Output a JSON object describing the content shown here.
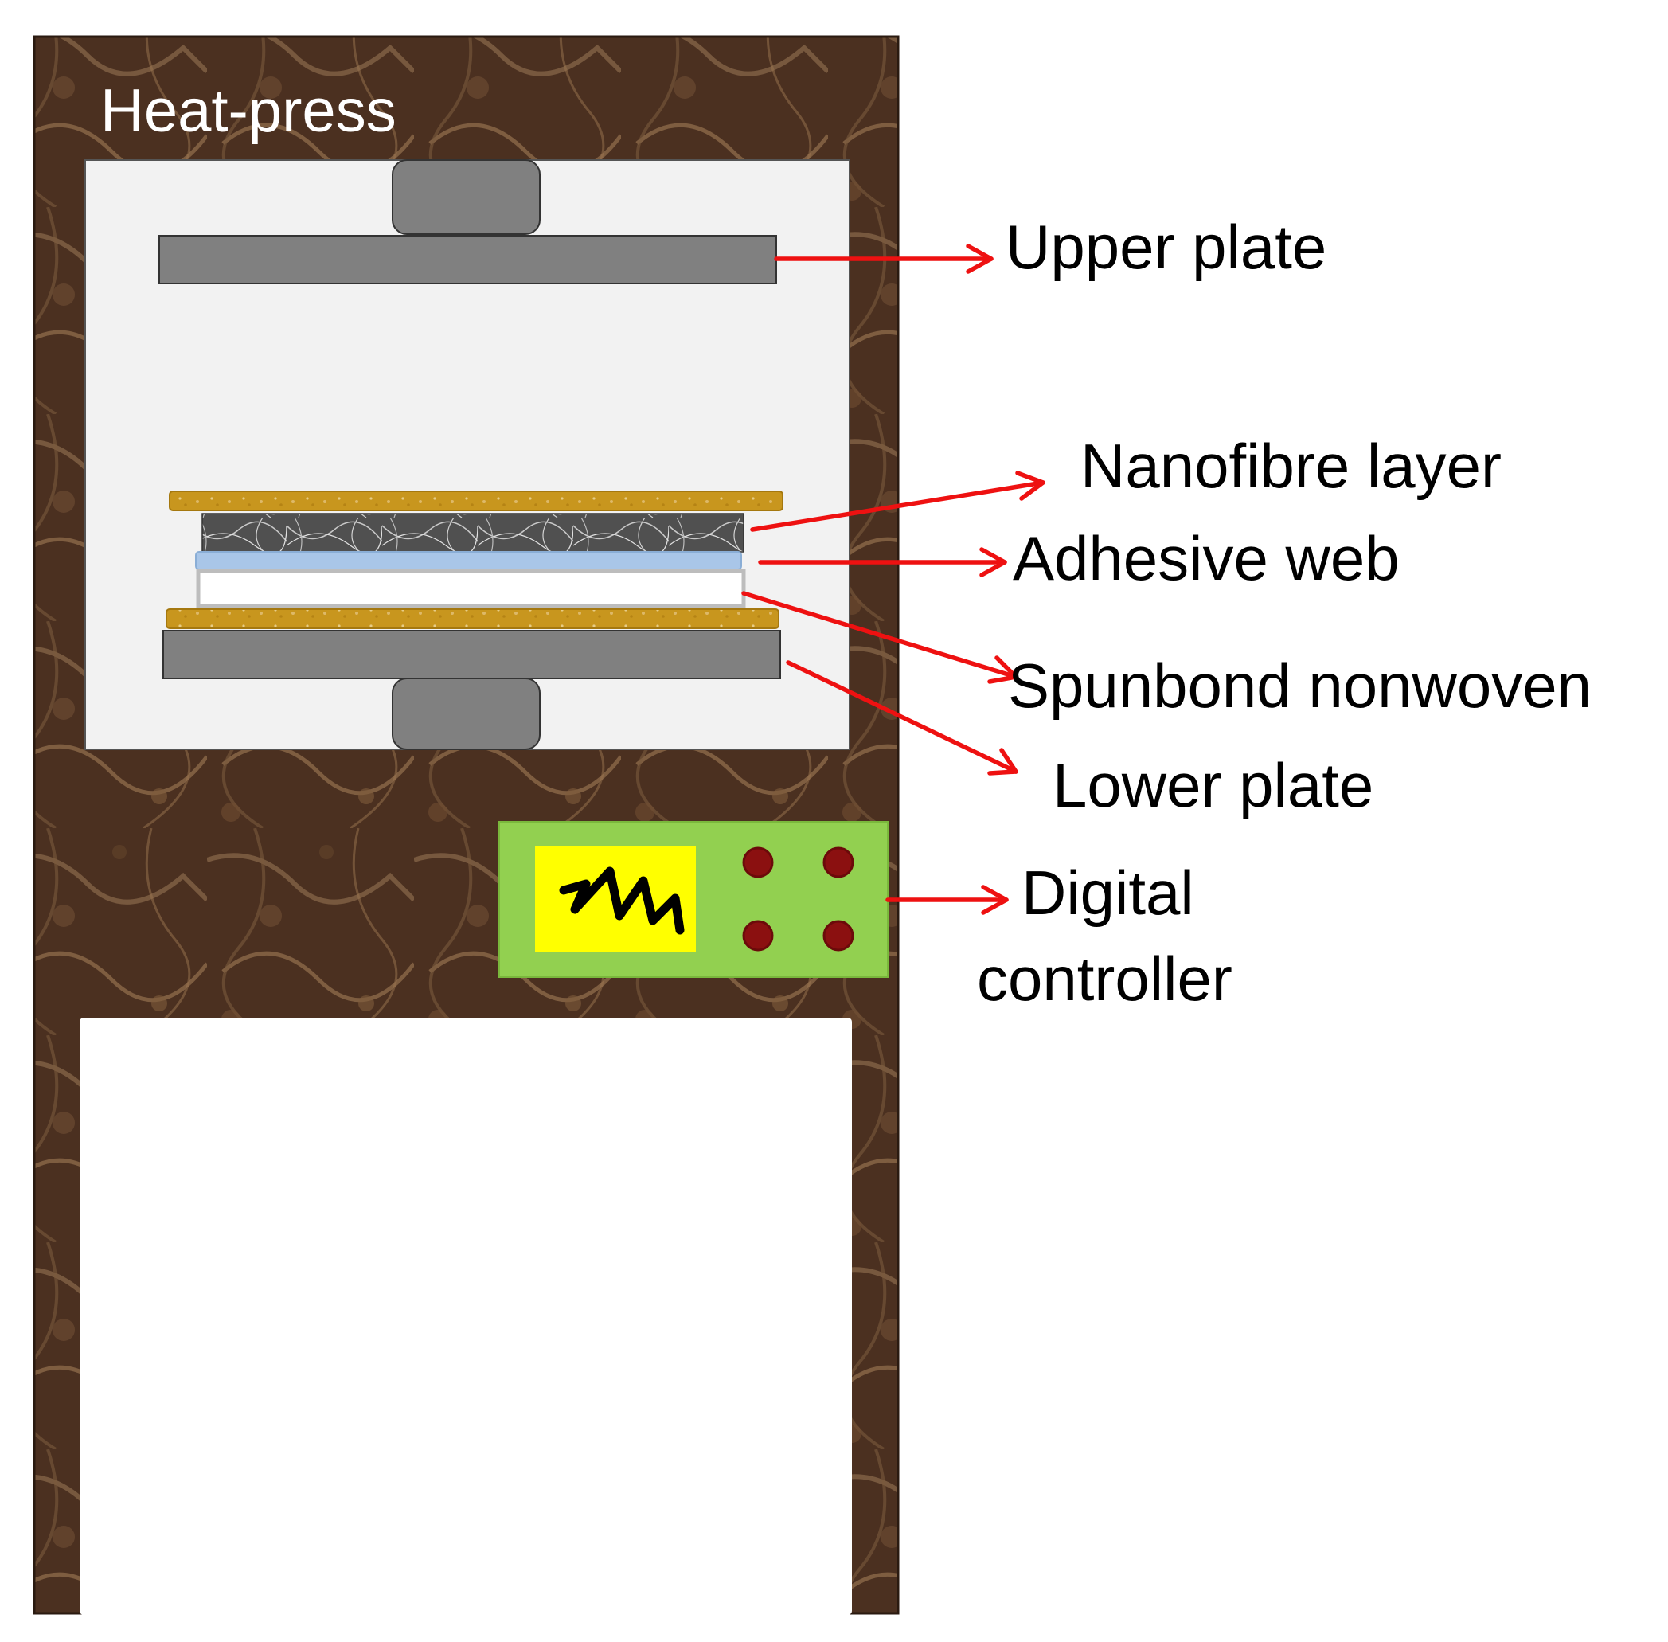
{
  "title": "Heat-press",
  "labels": {
    "upper_plate": "Upper plate",
    "nanofibre_layer": "Nanofibre layer",
    "adhesive_web": "Adhesive web",
    "spunbond_nonwoven": "Spunbond nonwoven",
    "lower_plate": "Lower plate",
    "digital_controller_line1": "Digital",
    "digital_controller_line2": "controller"
  },
  "colors": {
    "cabinet": "#4a3020",
    "chamber": "#f2f2f2",
    "plate": "#808080",
    "felt": "#c8961e",
    "nanofibre": "#5a5a5a",
    "adhesive": "#a9c6e8",
    "nonwoven": "#ffffff",
    "controller_panel": "#92d050",
    "display": "#ffff00",
    "knob": "#8b1010",
    "arrow": "#ee1111"
  },
  "icons": {
    "display_symbol": "zigzag-heat-icon",
    "knobs": "round-knob-icon"
  }
}
